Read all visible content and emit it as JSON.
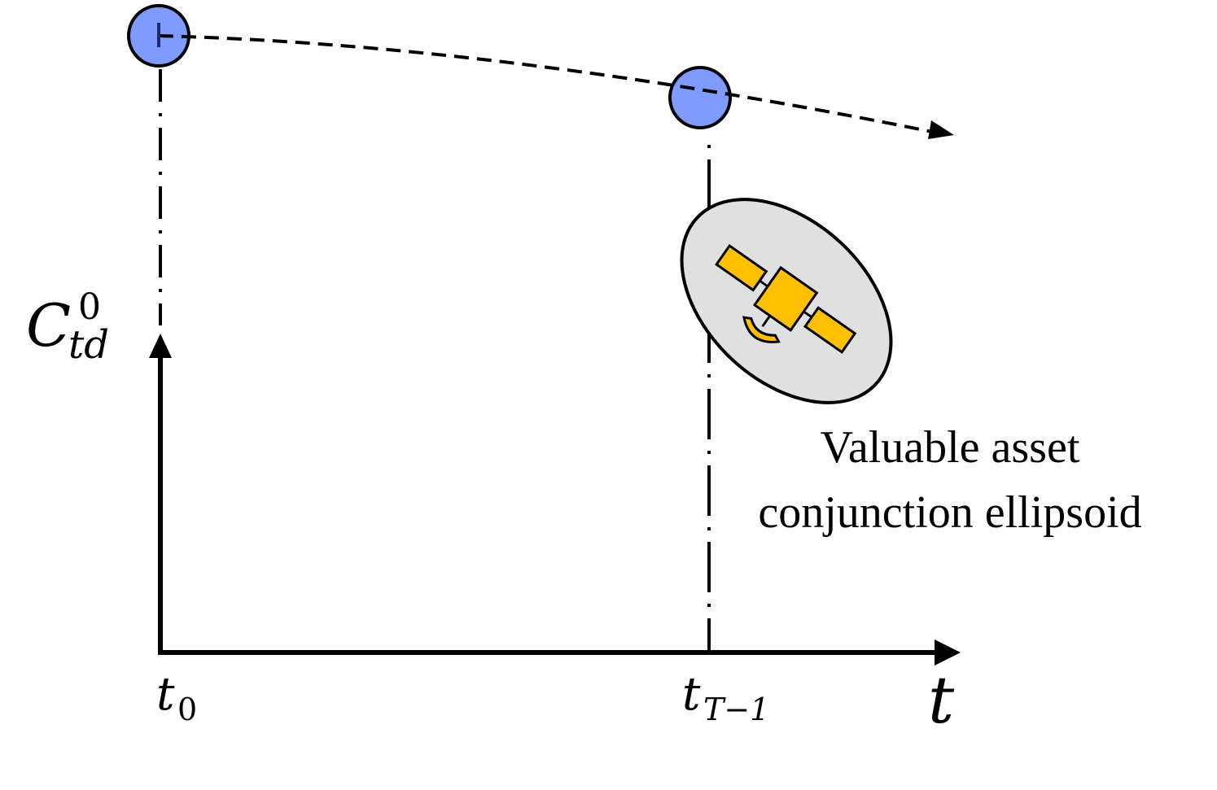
{
  "axes": {
    "y_label": {
      "main": "C",
      "sub": "td",
      "sup": "0"
    },
    "x_label": "t",
    "tick_t0": {
      "main": "t",
      "sub": "0"
    },
    "tick_tT1": {
      "main": "t",
      "sub": "T−1"
    }
  },
  "ellipsoid": {
    "caption_line1": "Valuable asset",
    "caption_line2": "conjunction ellipsoid"
  },
  "colors": {
    "debris_fill": "#7f9bff",
    "ellipse_fill": "#e0e0e0",
    "satellite_fill": "#ffc000",
    "trajectory": "#000000"
  },
  "icons": {
    "debris": "circle-debris-icon",
    "satellite": "satellite-icon"
  }
}
